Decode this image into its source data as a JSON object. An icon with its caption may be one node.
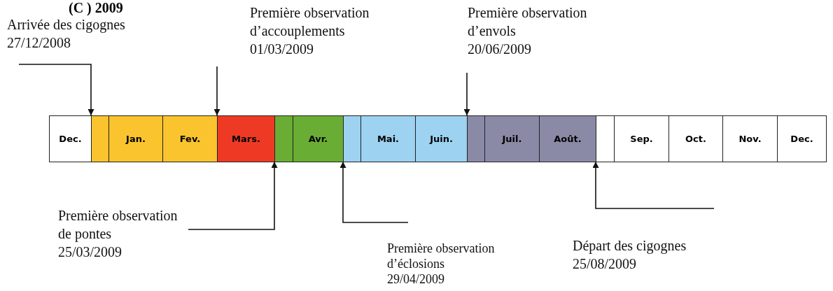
{
  "diagram": {
    "title": "(C ) 2009",
    "nodes": [
      {
        "text": [
          "Arrivée des cigognes",
          "27/12/2008"
        ]
      },
      {
        "text": [
          "Première observation d’accouplements",
          "01/03/2009"
        ]
      },
      {
        "text": [
          "Première observation d’envols",
          "20/06/2009"
        ]
      },
      {
        "text": [
          "Dec."
        ]
      },
      {
        "text": [],
        "shape": "box"
      },
      {
        "text": [
          "Jan."
        ]
      },
      {
        "text": [
          "Fev."
        ]
      },
      {
        "text": [
          "Mars."
        ]
      },
      {
        "text": [],
        "shape": "box"
      },
      {
        "text": [
          "Avr."
        ]
      },
      {
        "text": [],
        "shape": "box"
      },
      {
        "text": [
          "Mai."
        ]
      },
      {
        "text": [
          "Juin."
        ]
      },
      {
        "text": [],
        "shape": "box"
      },
      {
        "text": [
          "Juil."
        ]
      },
      {
        "text": [
          "Août."
        ]
      },
      {
        "text": [],
        "shape": "box"
      },
      {
        "text": [
          "Sep."
        ]
      },
      {
        "text": [
          "Oct."
        ]
      },
      {
        "text": [
          "Nov."
        ]
      },
      {
        "text": [
          "Dec."
        ]
      },
      {
        "text": [
          "Première observation de pontes",
          "25/03/2009"
        ]
      },
      {
        "text": [
          "Première observation d’éclosions",
          "29/04/2009"
        ]
      },
      {
        "text": [
          "Départ des cigognes",
          "25/08/2009"
        ]
      }
    ],
    "edges": [
      {
        "from": 0,
        "to": 4,
        "arrow": "to"
      },
      {
        "from": 1,
        "to": 7,
        "arrow": "to"
      },
      {
        "from": 2,
        "to": 13,
        "arrow": "to"
      },
      {
        "from": 21,
        "to": 8,
        "arrow": "to"
      },
      {
        "from": 22,
        "to": 10,
        "arrow": "to"
      },
      {
        "from": 23,
        "to": 16,
        "arrow": "to"
      }
    ]
  }
}
